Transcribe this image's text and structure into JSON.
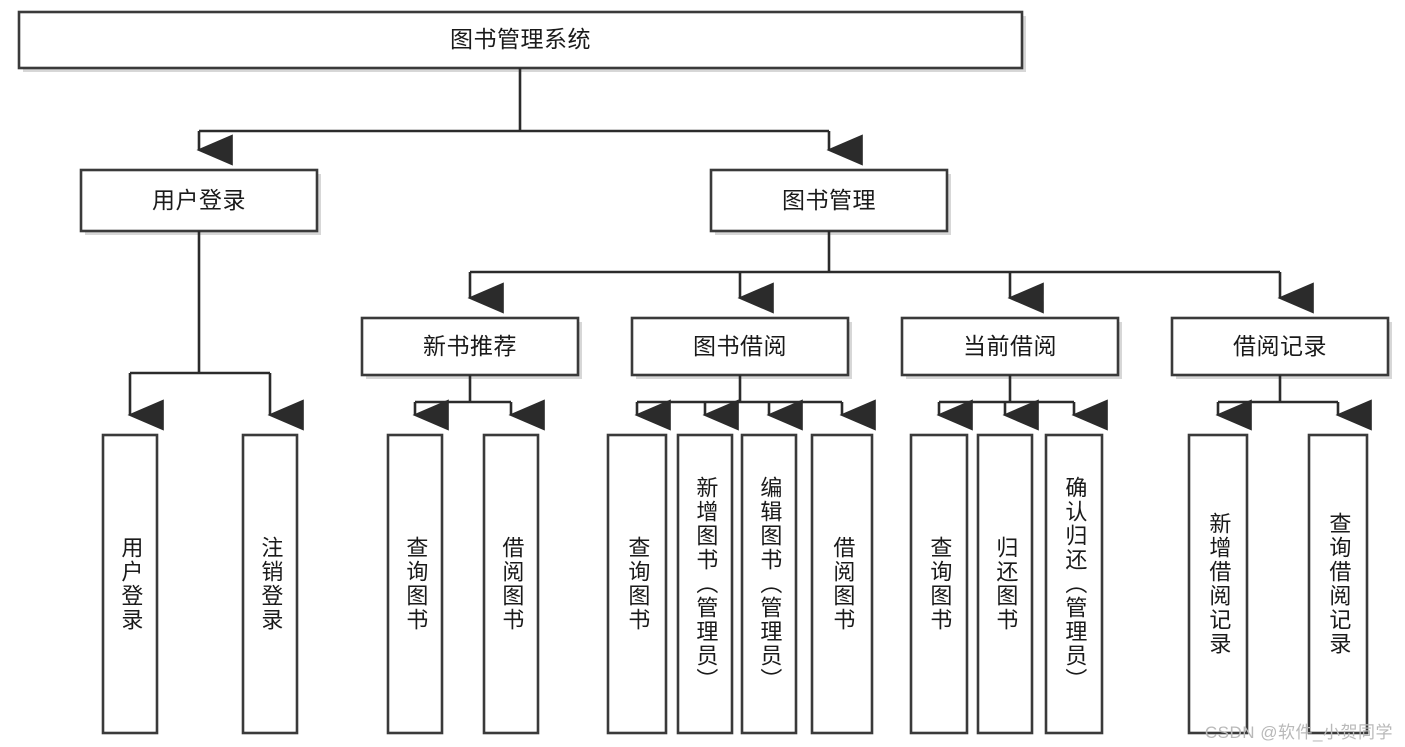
{
  "diagram": {
    "type": "tree-hierarchy-chart",
    "title": "图书管理系统",
    "stroke_color": "#2b2b2b",
    "box_fill": "#ffffff",
    "text_color": "#1a1a1a",
    "levels": 4,
    "nodes": {
      "root": {
        "label": "图书管理系统",
        "orientation": "horizontal"
      },
      "level2": [
        {
          "label": "用户登录",
          "orientation": "horizontal"
        },
        {
          "label": "图书管理",
          "orientation": "horizontal"
        }
      ],
      "level3": [
        {
          "label": "新书推荐",
          "orientation": "horizontal"
        },
        {
          "label": "图书借阅",
          "orientation": "horizontal"
        },
        {
          "label": "当前借阅",
          "orientation": "horizontal"
        },
        {
          "label": "借阅记录",
          "orientation": "horizontal"
        }
      ],
      "leaves_user_login": [
        {
          "label": "用户登录",
          "orientation": "vertical"
        },
        {
          "label": "注销登录",
          "orientation": "vertical"
        }
      ],
      "leaves_new_book": [
        {
          "label": "查询图书",
          "orientation": "vertical"
        },
        {
          "label": "借阅图书",
          "orientation": "vertical"
        }
      ],
      "leaves_book_borrow": [
        {
          "label": "查询图书",
          "orientation": "vertical"
        },
        {
          "label": "新增图书（管理员）",
          "orientation": "vertical"
        },
        {
          "label": "编辑图书（管理员）",
          "orientation": "vertical"
        },
        {
          "label": "借阅图书",
          "orientation": "vertical"
        }
      ],
      "leaves_current_borrow": [
        {
          "label": "查询图书",
          "orientation": "vertical"
        },
        {
          "label": "归还图书",
          "orientation": "vertical"
        },
        {
          "label": "确认归还（管理员）",
          "orientation": "vertical"
        }
      ],
      "leaves_borrow_record": [
        {
          "label": "新增借阅记录",
          "orientation": "vertical"
        },
        {
          "label": "查询借阅记录",
          "orientation": "vertical"
        }
      ]
    }
  },
  "watermark": {
    "text": "CSDN @软件_小贺同学"
  }
}
